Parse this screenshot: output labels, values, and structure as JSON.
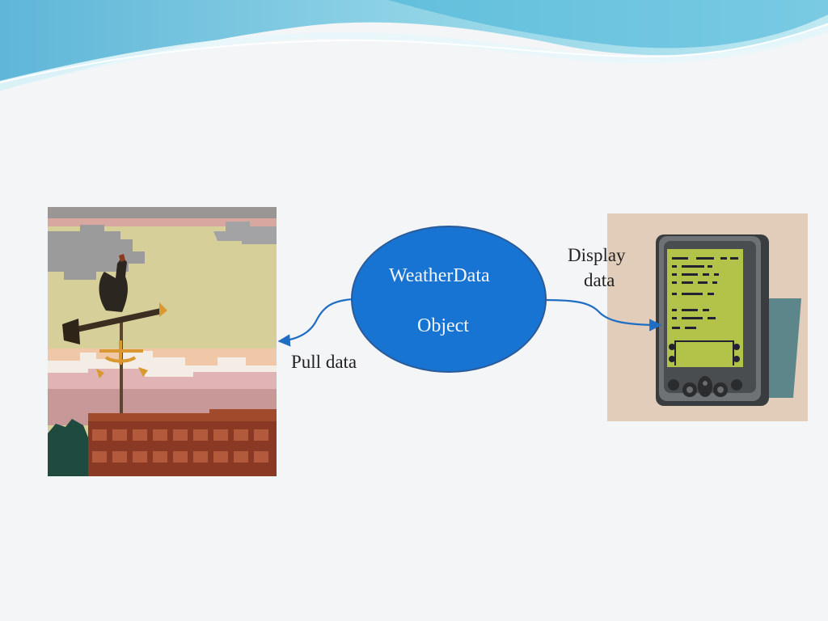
{
  "diagram": {
    "center_node": {
      "line1": "WeatherData",
      "line2": "Object",
      "fill": "#1874d2",
      "stroke": "#2a5b99",
      "text_color": "#f2f6ff"
    },
    "edges": {
      "left_label": "Pull data",
      "right_label_line1": "Display",
      "right_label_line2": "data",
      "color": "#1f6ec4"
    },
    "left_image": {
      "icon": "weather-vane-icon"
    },
    "right_image": {
      "icon": "pda-device-icon"
    }
  },
  "theme": {
    "header_wave_colors": [
      "#6cc2dc",
      "#a9dfe9",
      "#ffffff"
    ]
  }
}
